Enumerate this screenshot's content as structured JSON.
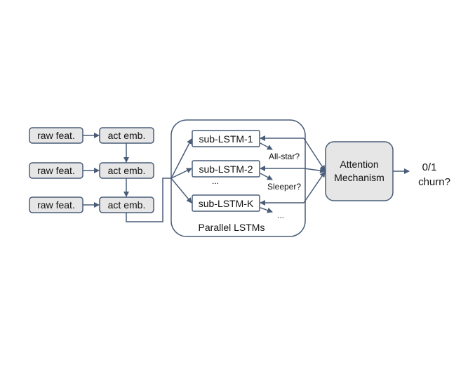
{
  "diagram": {
    "input_rows": [
      {
        "raw_label": "raw feat.",
        "emb_label": "act emb."
      },
      {
        "raw_label": "raw feat.",
        "emb_label": "act emb."
      },
      {
        "raw_label": "raw feat.",
        "emb_label": "act emb."
      }
    ],
    "sub_lstms": [
      "sub-LSTM-1",
      "sub-LSTM-2",
      "sub-LSTM-K"
    ],
    "sub_lstm_ellipsis": "...",
    "container_label": "Parallel LSTMs",
    "side_labels": [
      "All-star?",
      "Sleeper?"
    ],
    "side_ellipsis": "...",
    "attention": {
      "line1": "Attention",
      "line2": "Mechanism"
    },
    "output": {
      "line1": "0/1",
      "line2": "churn?"
    },
    "colors": {
      "box_fill": "#e6e6e6",
      "box_stroke": "#4a5d78",
      "arrow": "#4a5d78",
      "container_stroke": "#4a5d78"
    }
  }
}
